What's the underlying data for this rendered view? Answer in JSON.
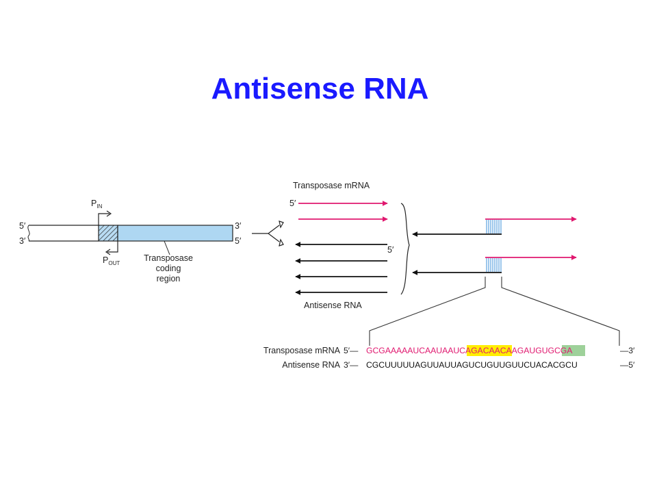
{
  "slide": {
    "title": "Antisense RNA"
  },
  "colors": {
    "title": "#1a1aff",
    "mrna": "#e0186f",
    "antisense": "#111111",
    "coding_region": "#aed7f2",
    "pairing_lines": "#3b8fd9",
    "highlight_yellow": "#ffee00",
    "highlight_green": "#9ed19a"
  },
  "gene_diagram": {
    "five_prime_top": "5′",
    "three_prime_bottom": "3′",
    "three_prime_top": "3′",
    "five_prime_right": "5′",
    "p_in_main": "P",
    "p_in_sub": "IN",
    "p_out_main": "P",
    "p_out_sub": "OUT",
    "coding_region_label": [
      "Transposase",
      "coding",
      "region"
    ]
  },
  "transcripts": {
    "mrna_label": "Transposase mRNA",
    "mrna_five_prime": "5′",
    "antisense_five_prime": "5′",
    "antisense_label": "Antisense RNA"
  },
  "sequence": {
    "mrna_label": "Transposase mRNA",
    "antisense_label": "Antisense RNA",
    "mrna_five": "5′—",
    "mrna_three": "—3′",
    "antisense_three": "3′—",
    "antisense_five": "—5′",
    "mrna_part1": "GCGAAAAAUCAAUA",
    "mrna_part2": "AUCAGA",
    "mrna_part3": "CAACAAG",
    "mrna_part4": "AUG",
    "mrna_part5": "UGCGA",
    "antisense_seq": "CGCUUUUUAGUUAUUAGUCUGUUGUUCUACACGCU"
  }
}
